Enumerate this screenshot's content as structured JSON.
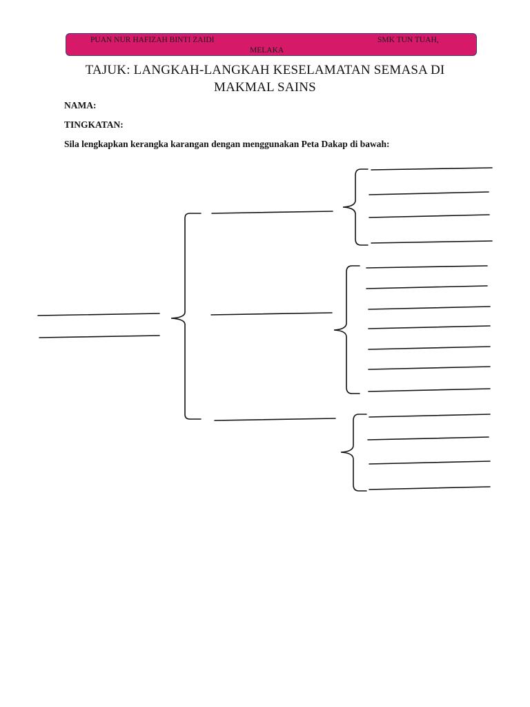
{
  "header": {
    "teacher": "PUAN NUR HAFIZAH BINTI ZAIDI",
    "school": "SMK TUN TUAH,",
    "state": "MELAKA",
    "banner_color": "#d7196a"
  },
  "title": "TAJUK: LANGKAH-LANGKAH KESELAMATAN SEMASA DI MAKMAL SAINS",
  "fields": {
    "nama": "NAMA:",
    "tingkatan": "TINGKATAN:"
  },
  "instruction": "Sila lengkapkan kerangka karangan dengan menggunakan Peta Dakap di bawah:",
  "brace_map": {
    "type": "Peta Dakap",
    "whole_blank_lines": 2,
    "parts": [
      {
        "sub_blank_lines": 4
      },
      {
        "sub_blank_lines": 7
      },
      {
        "sub_blank_lines": 4
      }
    ]
  }
}
